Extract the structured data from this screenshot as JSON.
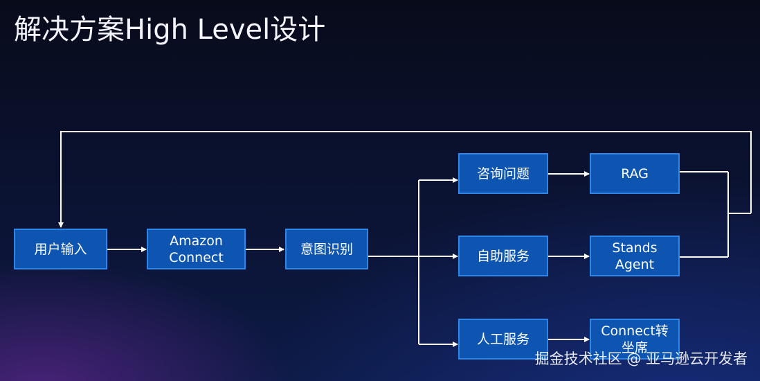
{
  "slide": {
    "title": "解决方案High Level设计"
  },
  "diagram": {
    "nodes": {
      "user_input": "用户输入",
      "amazon_connect": "Amazon\nConnect",
      "intent": "意图识别",
      "consult": "咨询问题",
      "rag": "RAG",
      "self_service": "自助服务",
      "stands_agent": "Stands\nAgent",
      "human_service": "人工服务",
      "connect_seat": "Connect转\n坐席"
    },
    "colors": {
      "box_fill": "#0d55b0",
      "box_border": "#2f86e6",
      "arrow": "#ffffff"
    }
  },
  "watermark": "掘金技术社区 @ 亚马逊云开发者"
}
